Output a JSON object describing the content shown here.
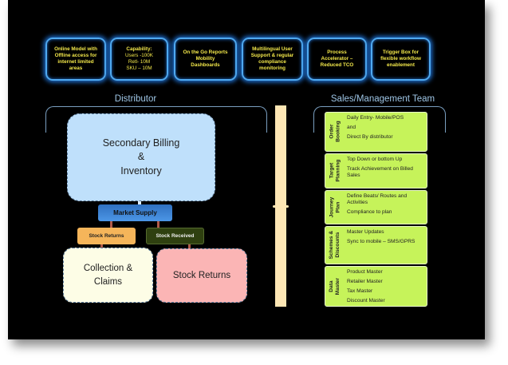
{
  "features": [
    {
      "lines": [
        "Online Model with",
        "Offline access for",
        "internet limited",
        "areas"
      ]
    },
    {
      "lines": [
        "Capability:",
        "Users -100K",
        "Retl- 10M",
        "SKU – 10M"
      ]
    },
    {
      "lines": [
        "On the Go Reports",
        "Mobility",
        "Dashboards"
      ]
    },
    {
      "lines": [
        "Multilingual User",
        "Support & regular",
        "compliance",
        "monitoring"
      ]
    },
    {
      "lines": [
        "Process",
        "Accelerator –",
        "Reduced TCO"
      ]
    },
    {
      "lines": [
        "Trigger Box for",
        "flexible workflow",
        "enablement"
      ]
    }
  ],
  "distributor": {
    "heading": "Distributor",
    "main_box": [
      "Secondary Billing",
      "&",
      "Inventory"
    ],
    "market_supply": "Market Supply",
    "stock_returns_tag": "Stock  Returns",
    "stock_received_tag": "Stock  Received",
    "collection_box": [
      "Collection &",
      "Claims"
    ],
    "stock_returns_box": "Stock Returns"
  },
  "sales": {
    "heading": "Sales/Management Team",
    "rows": [
      {
        "label": "Order\nBooking",
        "items": [
          "Daily Entry- Mobile/POS",
          "and",
          "Direct By distributor"
        ]
      },
      {
        "label": "Target\nPlanning",
        "items": [
          "Top Down or bottom Up",
          "Track Achievement on Billed Sales"
        ]
      },
      {
        "label": "Journey\nPlan",
        "items": [
          "Define Beats/ Routes and Activities",
          "Compliance to plan"
        ]
      },
      {
        "label": "Schemes &\nDiscounts",
        "items": [
          "Master Updates",
          "Sync to mobile – SMS/GPRS"
        ]
      },
      {
        "label": "Data\nMaster",
        "items": [
          "Product Master",
          "Retailer Master",
          "Tax Master",
          "Discount Master"
        ]
      }
    ]
  },
  "colors": {
    "feature_text": "#f3e84a",
    "glow": "#4fa9f0",
    "billing": "#bfe0fb",
    "market_supply": "#3e86d6",
    "stock_returns_tag": "#f5b55a",
    "stock_received_tag": "#2f4010",
    "collection": "#fdfde6",
    "stock_returns_box": "#fbb5b5",
    "divider": "#fde6b4",
    "green": "#c6f35a"
  }
}
